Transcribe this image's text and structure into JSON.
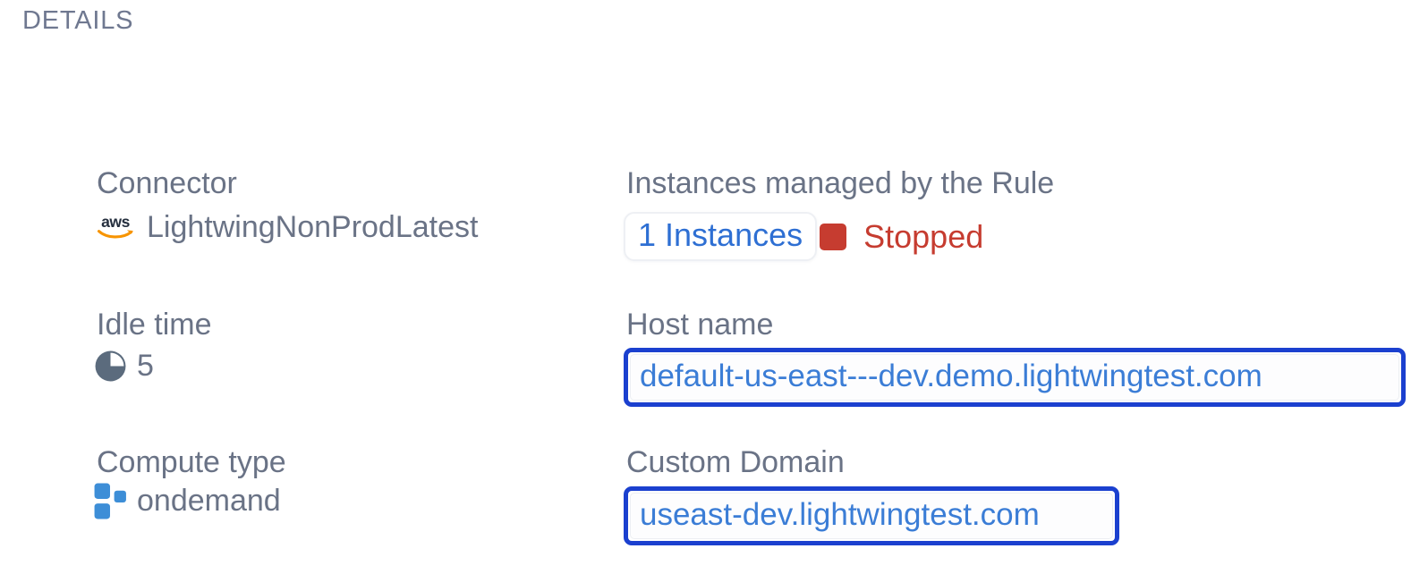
{
  "panel": {
    "heading": "DETAILS"
  },
  "colors": {
    "heading_gray": "#6f7890",
    "text_gray": "#6a7386",
    "link_blue": "#2e6fd3",
    "host_blue": "#3b7dd6",
    "outline_blue": "#1b40cf",
    "status_red": "#c63c30",
    "chip_border": "#eef0f4",
    "aws_navy": "#252f3e",
    "aws_orange": "#f79400",
    "compute_blue": "#3d8ed7",
    "idle_slate": "#5b6b7d"
  },
  "fields": {
    "connector": {
      "label": "Connector",
      "value": "LightwingNonProdLatest",
      "icon": "aws-logo-icon"
    },
    "idle_time": {
      "label": "Idle time",
      "value": "5",
      "icon": "pie-timer-icon"
    },
    "compute_type": {
      "label": "Compute type",
      "value": "ondemand",
      "icon": "blue-squares-icon"
    },
    "instances": {
      "label": "Instances managed by the Rule",
      "count_link": "1 Instances",
      "status": "Stopped",
      "status_icon": "red-square-icon"
    },
    "host_name": {
      "label": "Host name",
      "value": "default-us-east---dev.demo.lightwingtest.com"
    },
    "custom_domain": {
      "label": "Custom Domain",
      "value": "useast-dev.lightwingtest.com"
    }
  }
}
